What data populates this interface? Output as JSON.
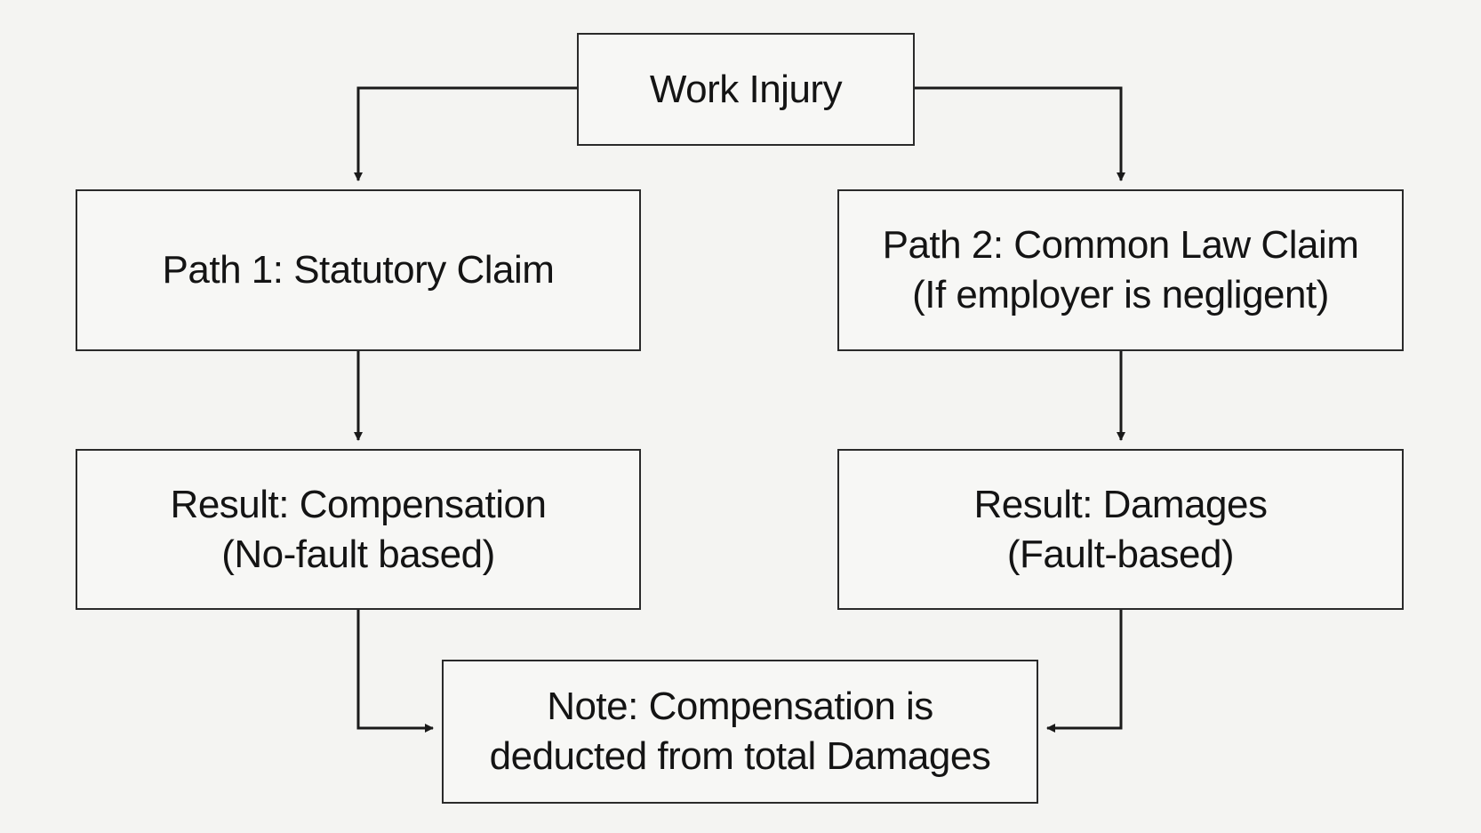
{
  "diagram": {
    "nodes": {
      "root": {
        "line1": "Work Injury"
      },
      "path1": {
        "line1": "Path 1: Statutory Claim"
      },
      "path2": {
        "line1": "Path 2: Common Law Claim",
        "line2": "(If employer is negligent)"
      },
      "result1": {
        "line1": "Result: Compensation",
        "line2": "(No-fault based)"
      },
      "result2": {
        "line1": "Result: Damages",
        "line2": "(Fault-based)"
      },
      "note": {
        "line1": "Note: Compensation is",
        "line2": "deducted from total Damages"
      }
    },
    "edges": [
      {
        "from": "root",
        "to": "path1"
      },
      {
        "from": "root",
        "to": "path2"
      },
      {
        "from": "path1",
        "to": "result1"
      },
      {
        "from": "path2",
        "to": "result2"
      },
      {
        "from": "result1",
        "to": "note"
      },
      {
        "from": "result2",
        "to": "note"
      }
    ],
    "colors": {
      "background": "#f4f4f2",
      "stroke": "#2a2a2a",
      "text": "#141414"
    }
  }
}
